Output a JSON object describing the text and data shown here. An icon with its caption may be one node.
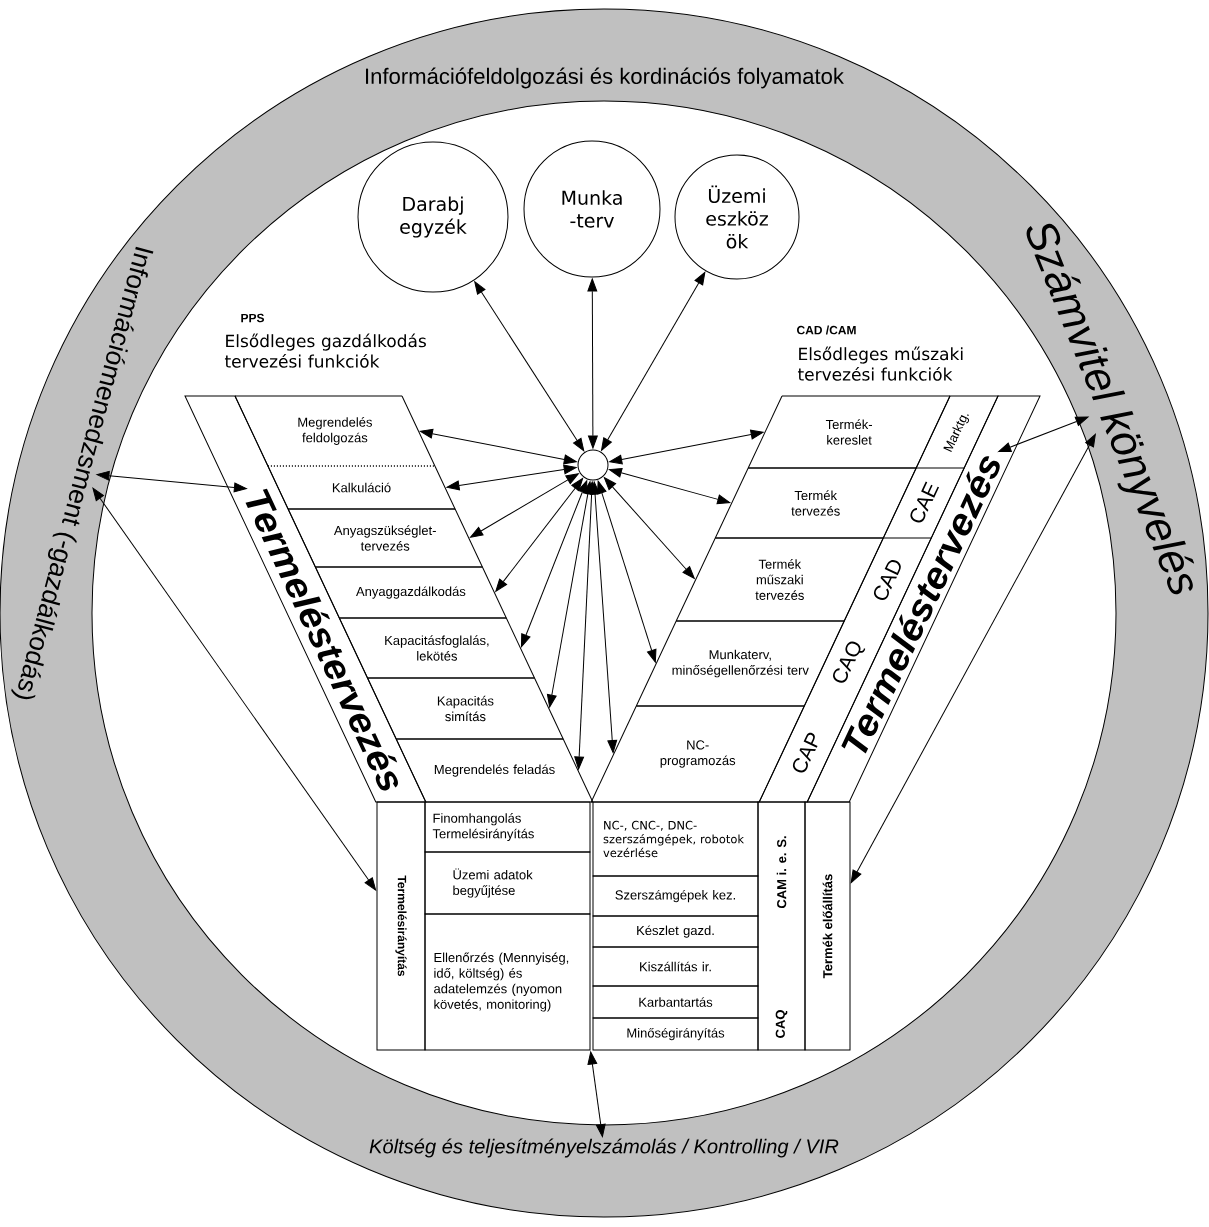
{
  "diagram": {
    "nodes": [
      {
        "text": [
          "Információfeldolgozási és kordinációs folyamatok"
        ]
      },
      {
        "text": [
          "Információmenedzsment (-gazdálkodás)"
        ]
      },
      {
        "text": [
          "Számvitel könyvelés"
        ]
      },
      {
        "text": [
          "Költség és teljesítményelszámolás / Kontrolling / VIR"
        ]
      },
      {
        "text": [
          "Darabj egyzék"
        ]
      },
      {
        "text": [
          "Munka -terv"
        ]
      },
      {
        "text": [
          "Üzemi eszköz ök"
        ]
      },
      {
        "text": [],
        "shape": "circle"
      },
      {
        "text": [
          "Termeléstervezés"
        ]
      },
      {
        "text": [
          "Megrendelés feldolgozás"
        ]
      },
      {
        "text": [
          "Kalkuláció"
        ]
      },
      {
        "text": [
          "Anyagszükséglet-tervezés"
        ]
      },
      {
        "text": [
          "Anyaggazdálkodás"
        ]
      },
      {
        "text": [
          "Kapacitásfoglalás, lekötés"
        ]
      },
      {
        "text": [
          "Kapacitás simítás"
        ]
      },
      {
        "text": [
          "Megrendelés feladás"
        ]
      },
      {
        "text": [
          "Termék-kereslet"
        ]
      },
      {
        "text": [
          "Termék tervezés"
        ]
      },
      {
        "text": [
          "Termék műszaki tervezés"
        ]
      },
      {
        "text": [
          "Munkaterv, minőségellenőrzési terv"
        ]
      },
      {
        "text": [
          "NC-programozás"
        ]
      },
      {
        "text": [
          "Termeléstervezés"
        ]
      },
      {
        "text": [
          "Termelésirányítás"
        ]
      },
      {
        "text": [
          "Finomhangolás Termelésirányítás"
        ]
      },
      {
        "text": [
          "Üzemi adatok begyűjtése"
        ]
      },
      {
        "text": [
          "Ellenőrzés (Mennyiség, idő, költség) és adatelemzés (nyomon követés, monitoring)"
        ]
      },
      {
        "text": [
          "NC-, CNC-, DNC-szerszámgépek, robotok vezérlése"
        ]
      },
      {
        "text": [
          "Szerszámgépek kez."
        ]
      },
      {
        "text": [
          "Készlet gazd."
        ]
      },
      {
        "text": [
          "Kiszállítás ir."
        ]
      },
      {
        "text": [
          "Karbantartás"
        ]
      },
      {
        "text": [
          "Minőségirányítás"
        ]
      },
      {
        "text": [
          "CAM i. e. S.",
          "CAQ"
        ]
      },
      {
        "text": [
          "Termék előállítás"
        ]
      }
    ],
    "edges": [
      {
        "from": 7,
        "to": 4,
        "arrow": "both"
      },
      {
        "from": 7,
        "to": 5,
        "arrow": "both"
      },
      {
        "from": 7,
        "to": 6,
        "arrow": "both"
      },
      {
        "from": 7,
        "to": 9,
        "arrow": "both"
      },
      {
        "from": 7,
        "to": 10,
        "arrow": "both"
      },
      {
        "from": 7,
        "to": 11,
        "arrow": "both"
      },
      {
        "from": 7,
        "to": 12,
        "arrow": "both"
      },
      {
        "from": 7,
        "to": 13,
        "arrow": "both"
      },
      {
        "from": 7,
        "to": 14,
        "arrow": "both"
      },
      {
        "from": 7,
        "to": 15,
        "arrow": "both"
      },
      {
        "from": 7,
        "to": 16,
        "arrow": "both"
      },
      {
        "from": 7,
        "to": 17,
        "arrow": "both"
      },
      {
        "from": 7,
        "to": 18,
        "arrow": "both"
      },
      {
        "from": 7,
        "to": 19,
        "arrow": "both"
      },
      {
        "from": 7,
        "to": 20,
        "arrow": "both"
      },
      {
        "from": 1,
        "to": 8,
        "arrow": "both"
      },
      {
        "from": 2,
        "to": 21,
        "arrow": "both"
      },
      {
        "from": 1,
        "to": 22,
        "arrow": "both"
      },
      {
        "from": 2,
        "to": 33,
        "arrow": "both"
      },
      {
        "from": 3,
        "to": 25,
        "arrow": "both"
      }
    ],
    "labels": [
      "PPS",
      "Elsődleges gazdálkodás tervezési funkciók",
      "CAD /CAM",
      "Elsődleges műszaki tervezési funkciók",
      "Marktg.",
      "CAE",
      "CAD",
      "CAQ",
      "CAP"
    ]
  }
}
